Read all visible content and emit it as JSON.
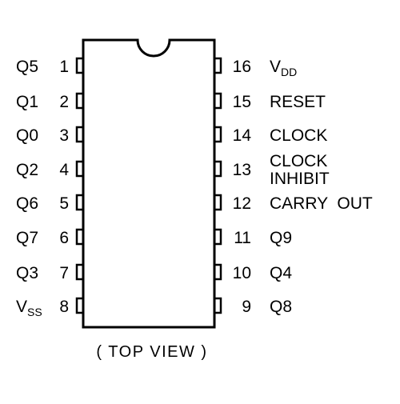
{
  "ic": {
    "caption": "( TOP VIEW )",
    "left_pins": [
      {
        "number": "1",
        "name": "Q5",
        "name_sub": ""
      },
      {
        "number": "2",
        "name": "Q1",
        "name_sub": ""
      },
      {
        "number": "3",
        "name": "Q0",
        "name_sub": ""
      },
      {
        "number": "4",
        "name": "Q2",
        "name_sub": ""
      },
      {
        "number": "5",
        "name": "Q6",
        "name_sub": ""
      },
      {
        "number": "6",
        "name": "Q7",
        "name_sub": ""
      },
      {
        "number": "7",
        "name": "Q3",
        "name_sub": ""
      },
      {
        "number": "8",
        "name": "V",
        "name_sub": "SS"
      }
    ],
    "right_pins": [
      {
        "number": "16",
        "lines": [
          {
            "name": "V",
            "name_sub": "DD"
          }
        ]
      },
      {
        "number": "15",
        "lines": [
          {
            "name": "RESET",
            "name_sub": ""
          }
        ]
      },
      {
        "number": "14",
        "lines": [
          {
            "name": "CLOCK",
            "name_sub": ""
          }
        ]
      },
      {
        "number": "13",
        "lines": [
          {
            "name": "CLOCK",
            "name_sub": ""
          },
          {
            "name": "INHIBIT",
            "name_sub": ""
          }
        ]
      },
      {
        "number": "12",
        "lines": [
          {
            "name": "CARRY  OUT",
            "name_sub": ""
          }
        ]
      },
      {
        "number": "11",
        "lines": [
          {
            "name": "Q9",
            "name_sub": ""
          }
        ]
      },
      {
        "number": "10",
        "lines": [
          {
            "name": "Q4",
            "name_sub": ""
          }
        ]
      },
      {
        "number": "9",
        "lines": [
          {
            "name": "Q8",
            "name_sub": ""
          }
        ]
      }
    ]
  }
}
